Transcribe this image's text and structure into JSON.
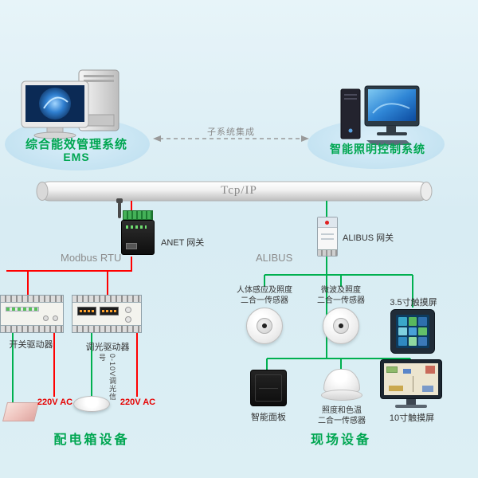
{
  "systems": {
    "ems": {
      "title": "综合能效管理系统",
      "subtitle": "EMS"
    },
    "lighting": {
      "title": "智能照明控制系统"
    },
    "integration_label": "子系统集成"
  },
  "backbone": {
    "label": "Tcp/IP"
  },
  "gateways": {
    "anet": {
      "label": "ANET 网关"
    },
    "alibus": {
      "label": "ALIBUS 网关"
    }
  },
  "field_buses": {
    "modbus": "Modbus RTU",
    "alibus": "ALIBUS"
  },
  "distribution": {
    "switch_driver": "开关驱动器",
    "dim_driver": "调光驱动器",
    "dim_signal": "0-10V调光信号",
    "ac_left": "220V AC",
    "ac_right": "220V AC",
    "group_label": "配电箱设备"
  },
  "field": {
    "sensor_pir": {
      "line1": "人体感应及照度",
      "line2": "二合一传感器"
    },
    "sensor_microwave": {
      "line1": "微波及照度",
      "line2": "二合一传感器"
    },
    "touch_3_5": "3.5寸触摸屏",
    "smart_panel": "智能面板",
    "sensor_lux_cct": {
      "line1": "照度和色温",
      "line2": "二合一传感器"
    },
    "touch_10": "10寸触摸屏",
    "group_label": "现场设备"
  },
  "colors": {
    "title_green": "#00a651",
    "line_red": "#ff0000",
    "line_green": "#00b050",
    "bus_label_gray": "#8c8c8c",
    "ac_red": "#e60000"
  }
}
